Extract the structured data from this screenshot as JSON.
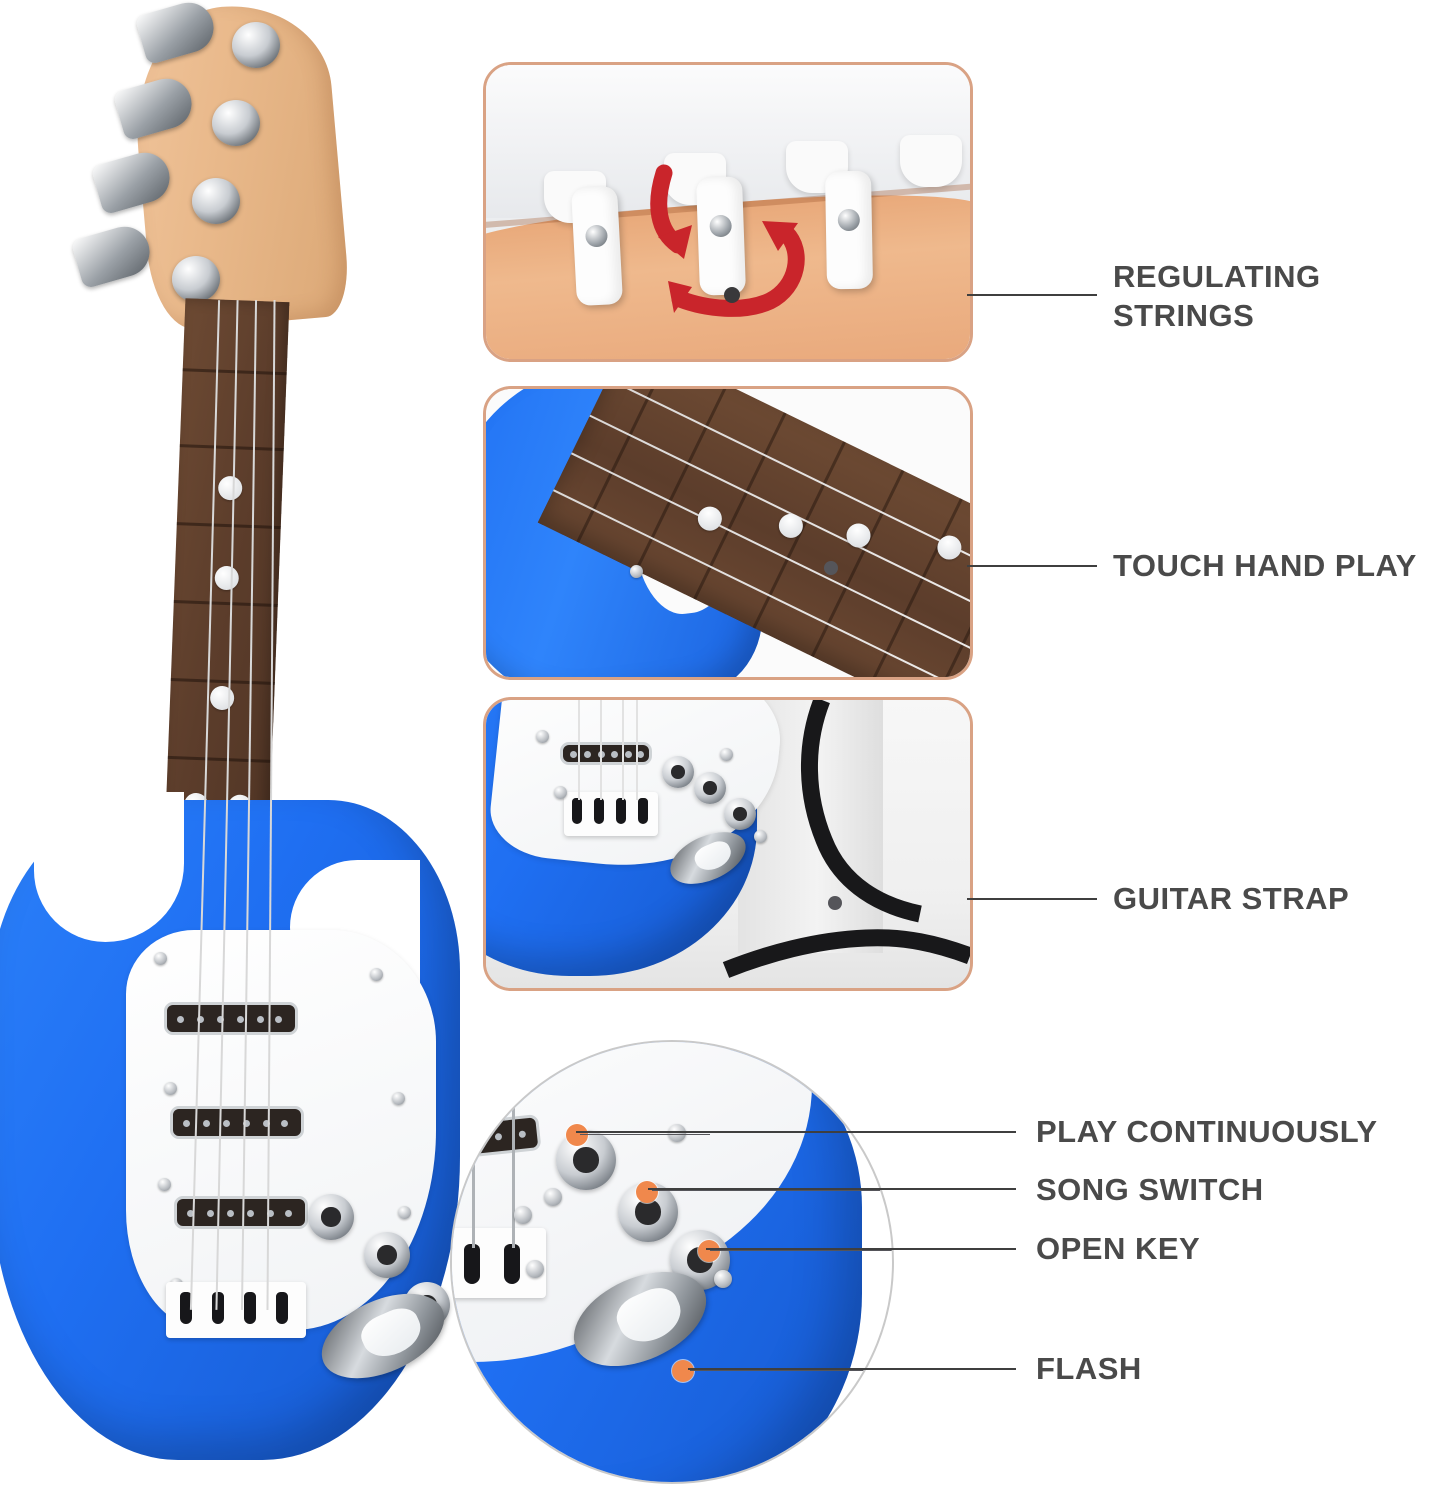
{
  "page": {
    "title": "Kids Electric Guitar Toy Feature Callout Infographic",
    "background_color": "#ffffff",
    "label_color": "#4a4a4a",
    "leader_line_color": "#3f3f3f",
    "panel_border_color": "#d9a284",
    "circle_border_color": "#c9c9c9",
    "marker_dot_color": "#f0884c",
    "guitar_blue": "#1f6ff2",
    "fretboard_brown": "#5c3d2b",
    "headstock_wood": "#eab98d",
    "pickguard_white": "#ffffff",
    "chrome_silver": "#c8ccd1",
    "arrow_red": "#c9252b",
    "strap_black": "#18181a"
  },
  "callouts": [
    {
      "id": "regulating-strings",
      "label": "REGULATING\nSTRINGS",
      "lines": 2
    },
    {
      "id": "touch-hand-play",
      "label": "TOUCH HAND PLAY",
      "lines": 1
    },
    {
      "id": "guitar-strap",
      "label": "GUITAR STRAP",
      "lines": 1
    },
    {
      "id": "play-continuously",
      "label": "PLAY CONTINUOUSLY",
      "lines": 1
    },
    {
      "id": "song-switch",
      "label": "SONG SWITCH",
      "lines": 1
    },
    {
      "id": "open-key",
      "label": "OPEN KEY",
      "lines": 1
    },
    {
      "id": "flash",
      "label": "FLASH",
      "lines": 1
    }
  ],
  "panels": [
    {
      "id": "panel-tuning-pegs",
      "describes": "regulating-strings",
      "content": "close-up of white tuning pegs on natural wood headstock with red rotation arrow"
    },
    {
      "id": "panel-fretboard",
      "describes": "touch-hand-play",
      "content": "close-up of blue body horn and brown fretboard with white dot inlays"
    },
    {
      "id": "panel-strap",
      "describes": "guitar-strap",
      "content": "close-up of guitar lower body with bridge, buttons and black woven strap"
    }
  ],
  "circle_inset": {
    "id": "control-zoom-circle",
    "content": "magnified circular view of the guitar control panel",
    "markers": [
      {
        "id": "marker-play-continuously",
        "target": "play-continuously"
      },
      {
        "id": "marker-song-switch",
        "target": "song-switch"
      },
      {
        "id": "marker-open-key",
        "target": "open-key"
      },
      {
        "id": "marker-flash",
        "target": "flash"
      }
    ]
  },
  "main_guitar": {
    "id": "main-guitar-product-photo",
    "body_color": "#1f6ff2",
    "pickguard_color": "#ffffff",
    "neck_color": "#5c3d2b",
    "headstock_color": "#eab98d",
    "string_count": 4,
    "pickup_count": 3,
    "knob_count": 3,
    "fret_dot_count": 6
  }
}
